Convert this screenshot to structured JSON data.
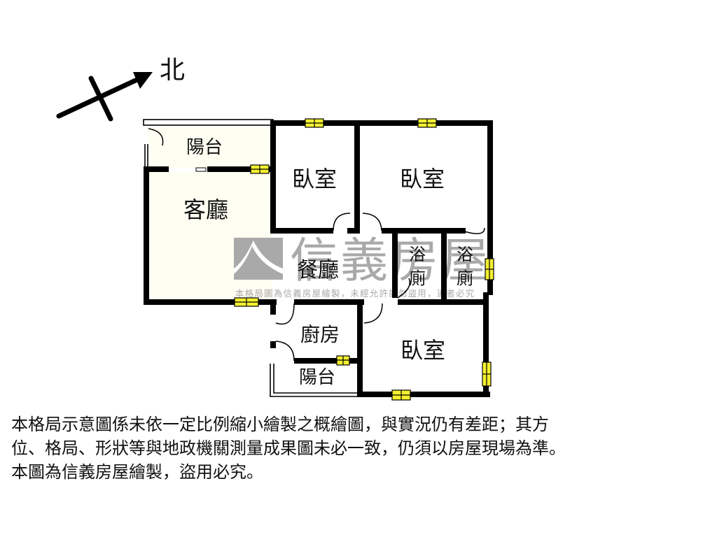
{
  "compass": {
    "direction_label": "北",
    "icon": "north-arrow-icon"
  },
  "rooms": {
    "balcony_top": "陽台",
    "living_room": "客廳",
    "bedroom_1": "臥室",
    "bedroom_2": "臥室",
    "dining_room": "餐廳",
    "bath_1_line1": "浴",
    "bath_1_line2": "廁",
    "bath_2_line1": "浴",
    "bath_2_line2": "廁",
    "kitchen": "廚房",
    "bedroom_3": "臥室",
    "balcony_bottom": "陽台"
  },
  "watermark": {
    "brand": "信義房屋",
    "notice": "本格局圖為信義房屋繪製，未經允許請勿盜用，違者必究",
    "logo_color": "#a9a9a9"
  },
  "colors": {
    "wall": "#000000",
    "window": "#f4f030",
    "floor_tint": "#fffde8"
  },
  "disclaimer": {
    "line1": "本格局示意圖係未依一定比例縮小繪製之概繪圖，與實況仍有差距；其方",
    "line2": "位、格局、形狀等與地政機關測量成果圖未必一致，仍須以房屋現場為準。",
    "line3": "本圖為信義房屋繪製，盜用必究。"
  }
}
